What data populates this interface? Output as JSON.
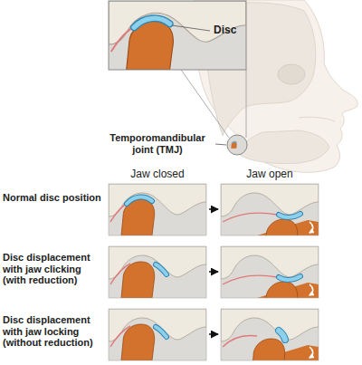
{
  "diagram": {
    "labels": [
      "Disc",
      "Temporomandibular joint (TMJ)",
      "Jaw closed",
      "Jaw open",
      "Normal disc position",
      "Disc displacement with jaw clicking (with reduction)",
      "Disc displacement with jaw locking (without reduction)"
    ]
  }
}
